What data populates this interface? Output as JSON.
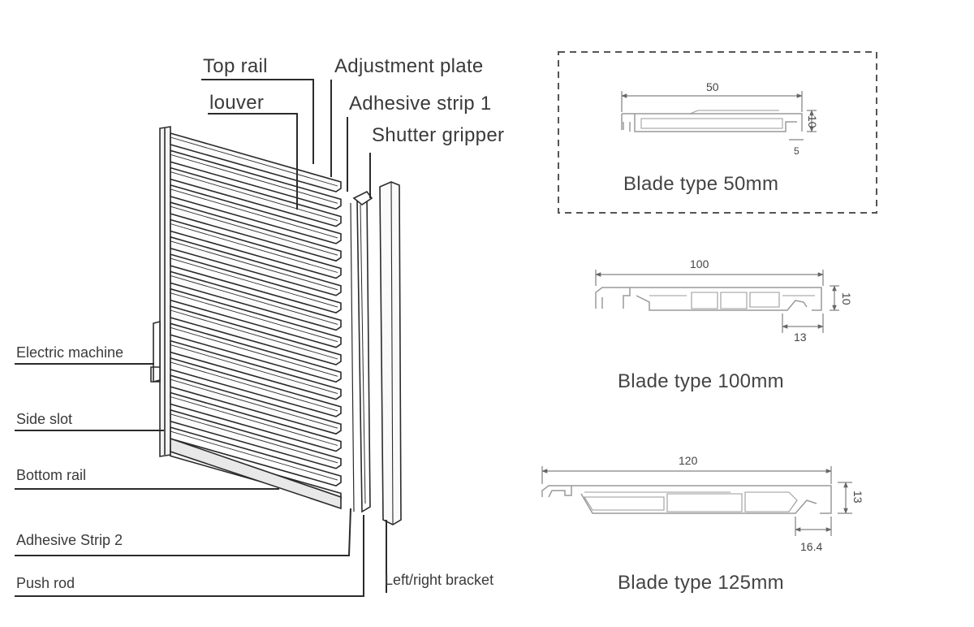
{
  "callouts": {
    "top_rail": "Top rail",
    "adjustment_plate": "Adjustment plate",
    "louver": "louver",
    "adhesive_strip_1": "Adhesive strip 1",
    "shutter_gripper": "Shutter gripper",
    "electric_machine": "Electric machine",
    "side_slot": "Side slot",
    "bottom_rail": "Bottom rail",
    "adhesive_strip_2": "Adhesive Strip 2",
    "push_rod": "Push rod",
    "left_right_bracket": "Left/right bracket"
  },
  "blades": [
    {
      "caption": "Blade type 50mm",
      "width_dim": "50",
      "height_dim": "10",
      "lip_dim": "5",
      "framed": true
    },
    {
      "caption": "Blade type 100mm",
      "width_dim": "100",
      "height_dim": "10",
      "lip_dim": "13",
      "framed": false
    },
    {
      "caption": "Blade type 125mm",
      "width_dim": "120",
      "height_dim": "13",
      "lip_dim": "16.4",
      "framed": false
    }
  ],
  "colors": {
    "line": "#2b2b2b",
    "profile": "#9a9a9a",
    "frame_dash": "#555555",
    "text": "#3a3a3a"
  }
}
